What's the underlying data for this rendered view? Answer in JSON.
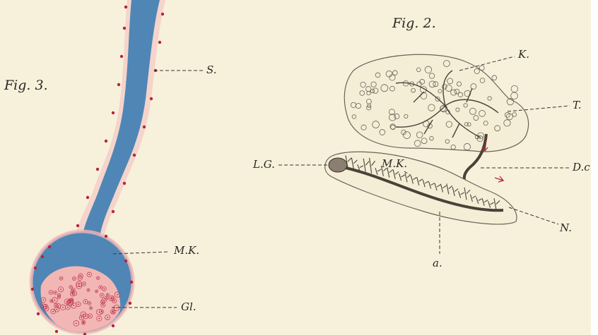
{
  "figures": {
    "fig2": {
      "title": "Fig. 2.",
      "labels": {
        "k": "K.",
        "t": "T.",
        "dc": "D.c.",
        "n": "N.",
        "a": "a.",
        "lg": "L.G.",
        "mk": "M.K."
      }
    },
    "fig3": {
      "title": "Fig. 3.",
      "labels": {
        "s": "S.",
        "mk": "M.K.",
        "gl": "Gl."
      }
    }
  },
  "colors": {
    "background": "#f7f1dc",
    "duct_blue": "#4f86b5",
    "gland_pink": "#f2b7b4",
    "cell_red": "#b8243a",
    "ink": "#3a332c"
  }
}
